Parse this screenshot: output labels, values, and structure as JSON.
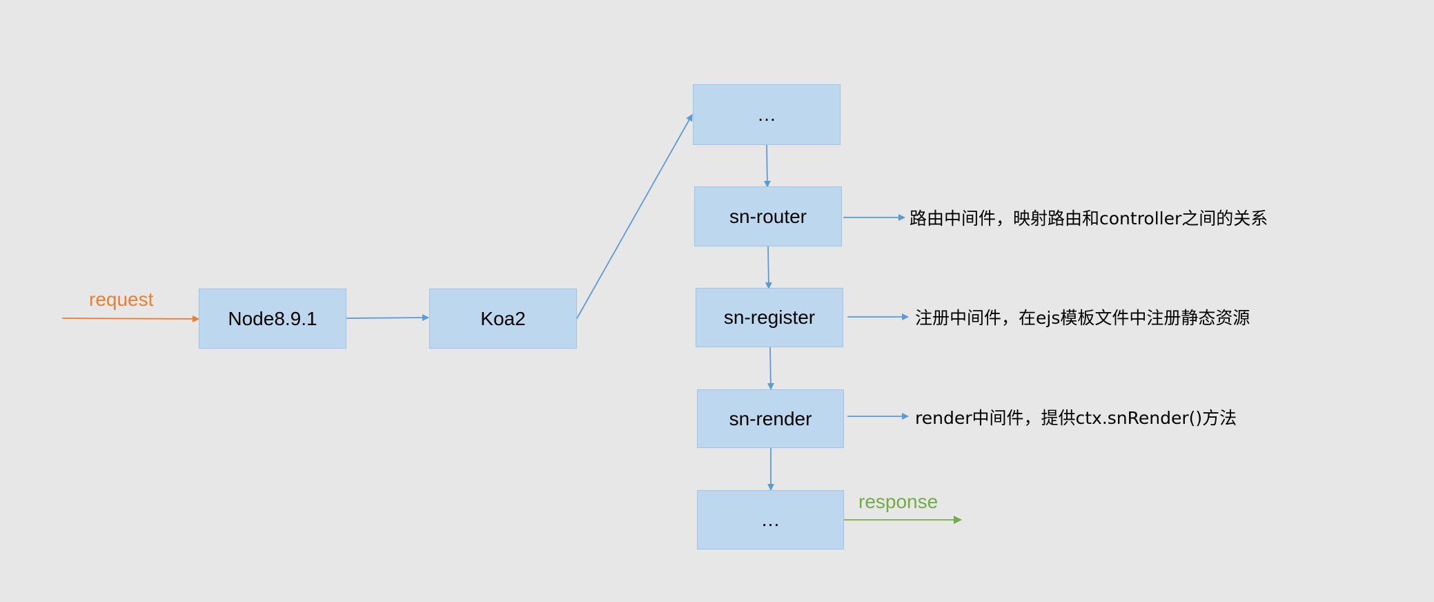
{
  "colors": {
    "background": "#e7e7e7",
    "node_fill": "#bdd7ee",
    "node_border": "#9dc3e6",
    "arrow_blue": "#5b9bd5",
    "request_orange": "#ed7d31",
    "response_green": "#70ad47"
  },
  "flow": {
    "request_label": "request",
    "response_label": "response"
  },
  "nodes": {
    "node_js": "Node8.9.1",
    "koa": "Koa2",
    "top_ellipsis": "…",
    "sn_router": "sn-router",
    "sn_register": "sn-register",
    "sn_render": "sn-render",
    "bottom_ellipsis": "…"
  },
  "notes": {
    "sn_router": "路由中间件，映射路由和controller之间的关系",
    "sn_register": "注册中间件，在ejs模板文件中注册静态资源",
    "sn_render": "render中间件，提供ctx.snRender()方法"
  }
}
